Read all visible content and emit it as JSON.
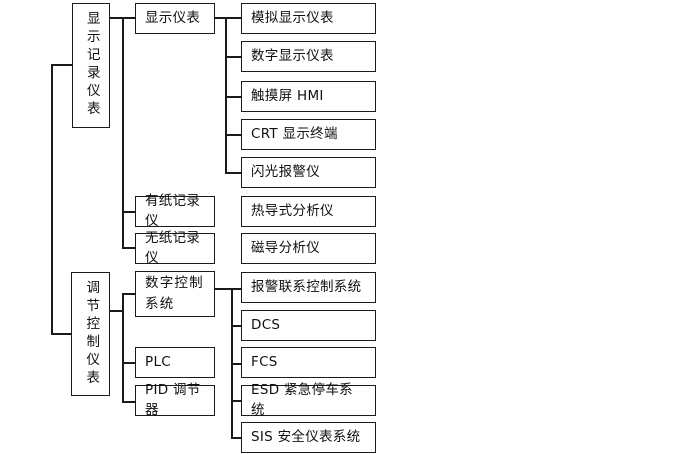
{
  "diagram": {
    "title": "仪表分类树状图",
    "type": "tree",
    "orientation": "left-to-right",
    "colors": {
      "line": "#1a1a1a",
      "box_border": "#1a1a1a",
      "box_fill": "#ffffff",
      "text": "#111111",
      "background": "#ffffff"
    },
    "levels": 3,
    "level1": [
      {
        "id": "l1-display-record",
        "label": "显示记录仪表",
        "vertical_text": true
      },
      {
        "id": "l1-regulate-control",
        "label": "调节控制仪表",
        "vertical_text": true
      }
    ],
    "level2": [
      {
        "id": "l2-display-instrument",
        "label": "显示仪表",
        "parent": "l1-display-record"
      },
      {
        "id": "l2-paper-recorder",
        "label": "有纸记录仪",
        "parent": "l1-display-record"
      },
      {
        "id": "l2-paperless-recorder",
        "label": "无纸记录仪",
        "parent": "l1-display-record"
      },
      {
        "id": "l2-dcs-system",
        "label": "数字控制\n系统",
        "parent": "l1-regulate-control"
      },
      {
        "id": "l2-plc",
        "label": "PLC",
        "parent": "l1-regulate-control"
      },
      {
        "id": "l2-pid",
        "label": "PID 调节器",
        "parent": "l1-regulate-control"
      }
    ],
    "level3": [
      {
        "id": "l3-analog-display",
        "label": "模拟显示仪表",
        "parent": "l2-display-instrument"
      },
      {
        "id": "l3-digital-display",
        "label": "数字显示仪表",
        "parent": "l2-display-instrument"
      },
      {
        "id": "l3-touch-hmi",
        "label": "触摸屏 HMI",
        "parent": "l2-display-instrument"
      },
      {
        "id": "l3-crt-terminal",
        "label": "CRT 显示终端",
        "parent": "l2-display-instrument"
      },
      {
        "id": "l3-flash-alarm",
        "label": "闪光报警仪",
        "parent": "l2-display-instrument"
      },
      {
        "id": "l3-thermal-analyzer",
        "label": "热导式分析仪",
        "parent": "none"
      },
      {
        "id": "l3-magnetic-analyzer",
        "label": "磁导分析仪",
        "parent": "none"
      },
      {
        "id": "l3-alarm-interlock",
        "label": "报警联系控制系统",
        "parent": "l2-dcs-system"
      },
      {
        "id": "l3-dcs",
        "label": "DCS",
        "parent": "l2-dcs-system"
      },
      {
        "id": "l3-fcs",
        "label": "FCS",
        "parent": "l2-dcs-system"
      },
      {
        "id": "l3-esd",
        "label": "ESD 紧急停车系统",
        "parent": "l2-dcs-system"
      },
      {
        "id": "l3-sis",
        "label": "SIS 安全仪表系统",
        "parent": "l2-dcs-system"
      }
    ]
  }
}
